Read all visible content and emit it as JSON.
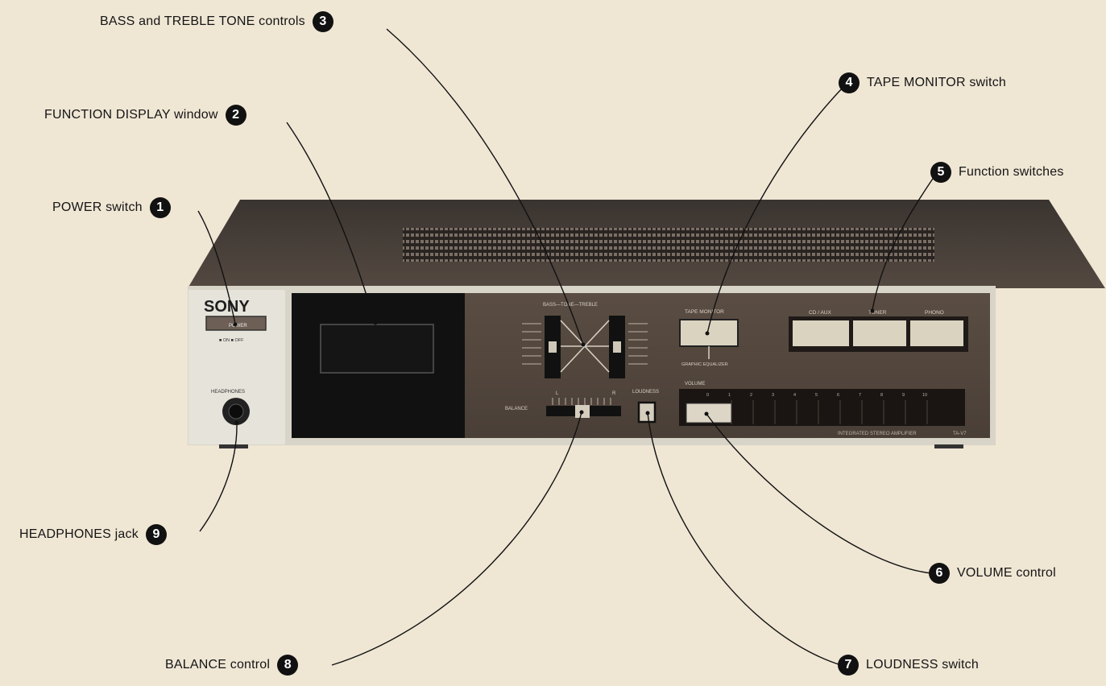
{
  "callouts": [
    {
      "number": "1",
      "label": "POWER switch"
    },
    {
      "number": "2",
      "label": "FUNCTION DISPLAY window"
    },
    {
      "number": "3",
      "label": "BASS and TREBLE TONE controls"
    },
    {
      "number": "4",
      "label": "TAPE MONITOR switch"
    },
    {
      "number": "5",
      "label": "Function switches"
    },
    {
      "number": "6",
      "label": "VOLUME control"
    },
    {
      "number": "7",
      "label": "LOUDNESS switch"
    },
    {
      "number": "8",
      "label": "BALANCE control"
    },
    {
      "number": "9",
      "label": "HEADPHONES jack"
    }
  ],
  "panel": {
    "brand": "SONY",
    "power_label": "POWER",
    "power_sub": "■ ON  ■ OFF",
    "headphones_label": "HEADPHONES",
    "tone_header": "BASS—TONE—TREBLE",
    "balance_label": "BALANCE",
    "balance_l": "L",
    "balance_r": "R",
    "loudness_label": "LOUDNESS",
    "tape_monitor_label": "TAPE MONITOR",
    "graphic_eq_label": "GRAPHIC EQUALIZER",
    "function_labels": [
      "CD / AUX",
      "TUNER",
      "PHONO"
    ],
    "volume_label": "VOLUME",
    "volume_scale": [
      "0",
      "1",
      "2",
      "3",
      "4",
      "5",
      "6",
      "7",
      "8",
      "9",
      "10"
    ],
    "model_text": "INTEGRATED STEREO AMPLIFIER",
    "model_number": "TA-V7"
  },
  "colors": {
    "background": "#efe6d4",
    "panel_dark": "#4a3f37",
    "button_face": "#d9d3c0",
    "left_panel": "#e6e3da"
  }
}
